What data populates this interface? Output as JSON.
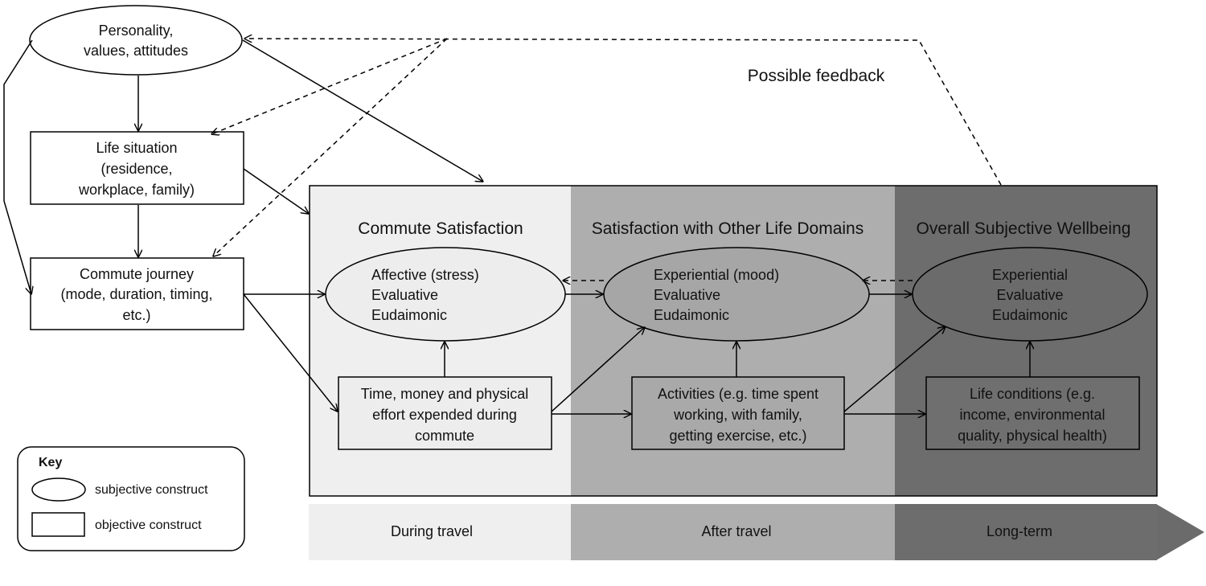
{
  "nodes": {
    "personality": [
      "Personality,",
      "values, attitudes"
    ],
    "life_situation": [
      "Life situation",
      "(residence,",
      "workplace, family)"
    ],
    "commute_journey": [
      "Commute journey",
      "(mode, duration, timing,",
      "etc.)"
    ],
    "commute_subjective": [
      "Affective (stress)",
      "Evaluative",
      "Eudaimonic"
    ],
    "commute_objective": [
      "Time, money and physical",
      "effort expended during",
      "commute"
    ],
    "domains_subjective": [
      "Experiential  (mood)",
      "Evaluative",
      "Eudaimonic"
    ],
    "domains_objective": [
      "Activities (e.g. time spent",
      "working, with family,",
      "getting exercise, etc.)"
    ],
    "wellbeing_subjective": [
      "Experiential",
      "Evaluative",
      "Eudaimonic"
    ],
    "wellbeing_objective": [
      "Life conditions (e.g.",
      "income, environmental",
      "quality, physical health)"
    ]
  },
  "headings": {
    "commute": "Commute Satisfaction",
    "domains": "Satisfaction with Other Life Domains",
    "wellbeing": "Overall Subjective Wellbeing"
  },
  "timeline": {
    "during": "During travel",
    "after": "After travel",
    "long_term": "Long-term"
  },
  "feedback_label": "Possible feedback",
  "key": {
    "title": "Key",
    "subjective": "subjective construct",
    "objective": "objective construct"
  },
  "colors": {
    "band_light": "#efefef",
    "band_mid": "#aeaeae",
    "band_dark": "#6d6d6d",
    "arrow": "#6b6b6b"
  }
}
